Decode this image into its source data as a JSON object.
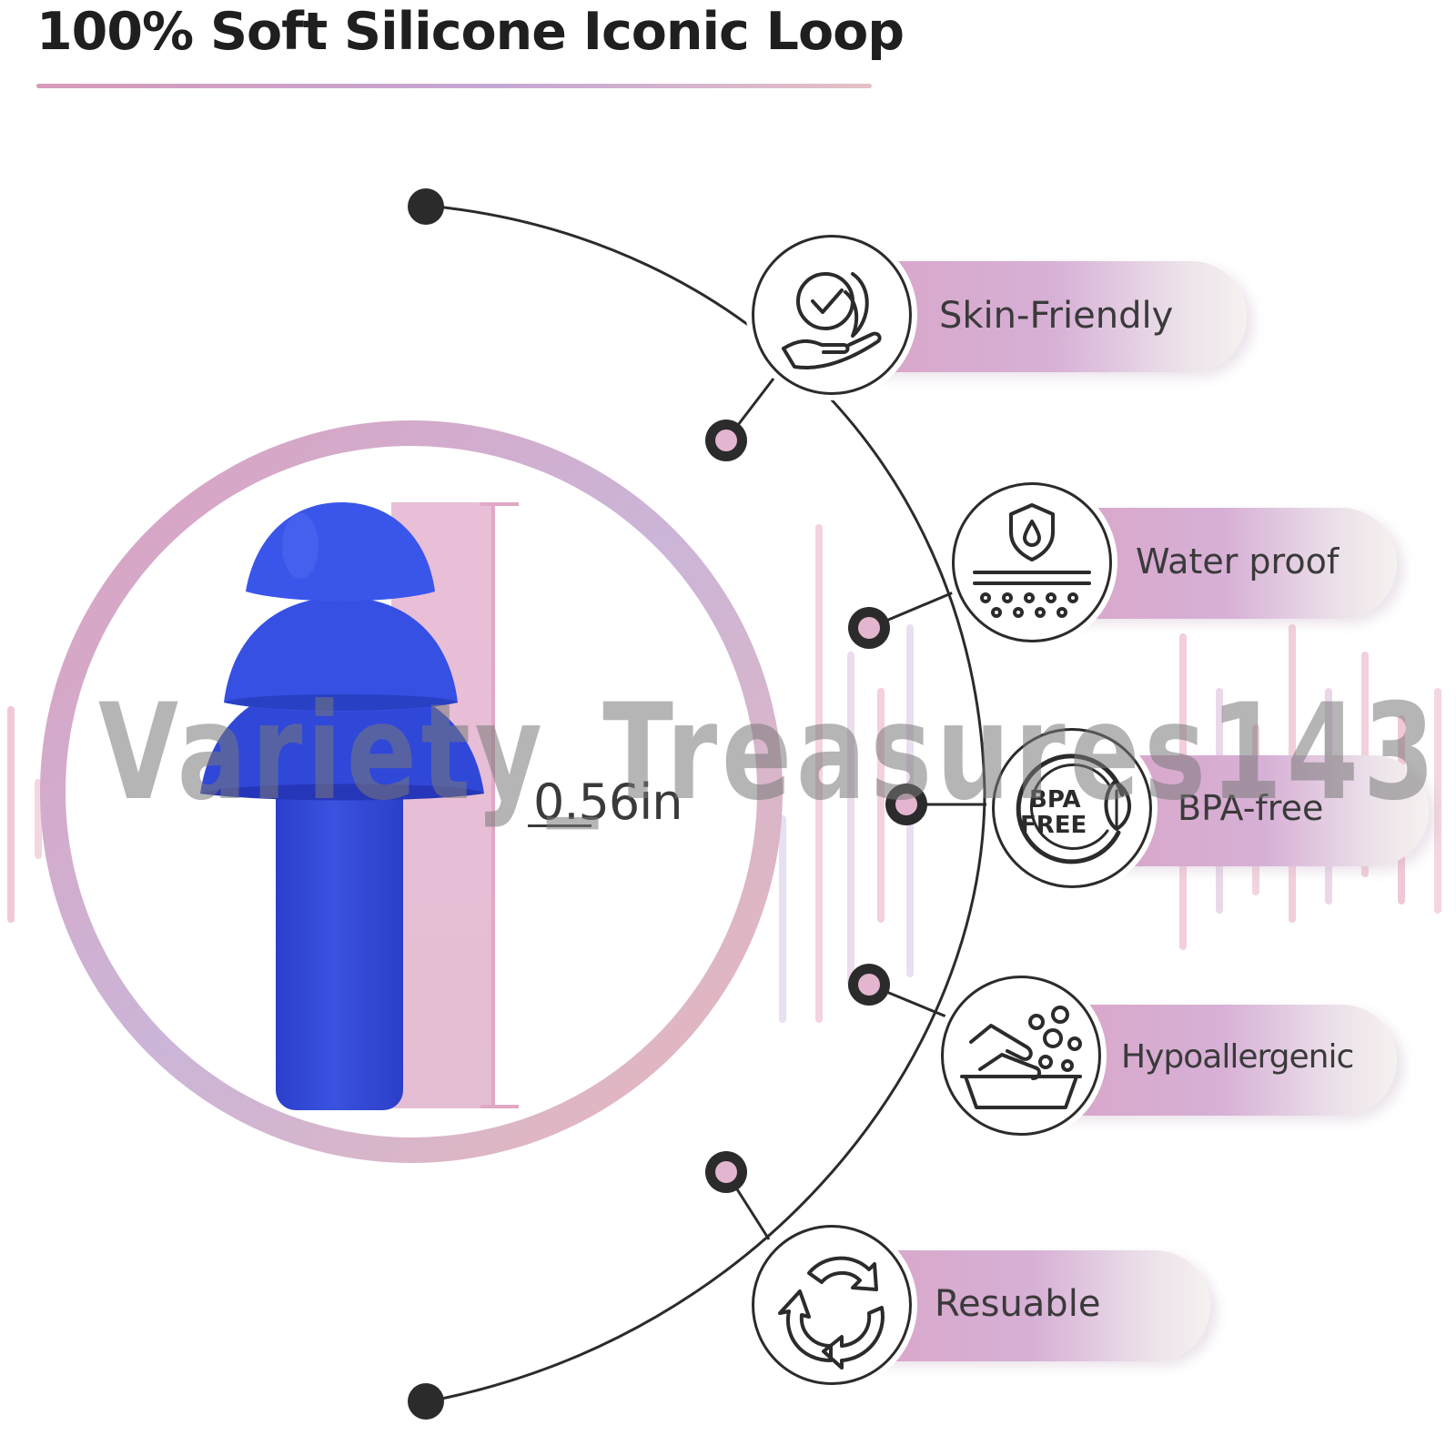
{
  "title": "100% Soft Silicone Iconic Loop",
  "measurement": {
    "value_label": "0.56in"
  },
  "features": [
    {
      "label": "Skin-Friendly",
      "icon": "skin-friendly-icon"
    },
    {
      "label": "Water proof",
      "icon": "waterproof-icon"
    },
    {
      "label": "BPA-free",
      "icon": "bpa-free-icon",
      "badge_line1": "BPA",
      "badge_line2": "FREE"
    },
    {
      "label": "Hypoallergenic",
      "icon": "hypoallergenic-icon"
    },
    {
      "label": "Resuable",
      "icon": "reusable-icon"
    }
  ],
  "watermark": "Variety_Treasures143",
  "colors": {
    "earplug_blue": "#3046d6",
    "accent_pink": "#d8a4c6",
    "accent_lavender": "#c8b2da",
    "line_dark": "#2b2b2b"
  }
}
